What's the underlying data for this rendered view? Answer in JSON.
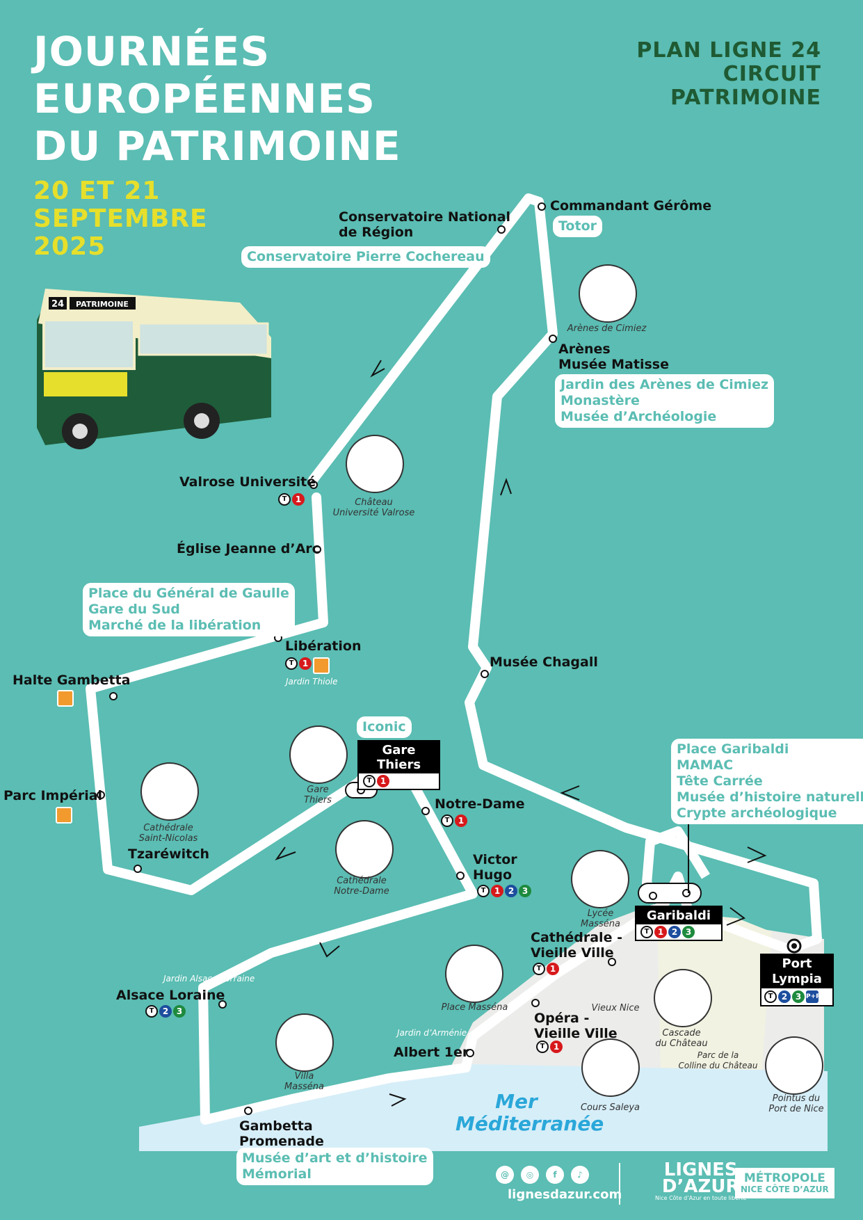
{
  "poster": {
    "title_lines": [
      "JOURNÉES",
      "EUROPÉENNES",
      "DU PATRIMOINE"
    ],
    "dates_lines": [
      "20 ET 21",
      "SEPTEMBRE",
      "2025"
    ],
    "plan_lines": [
      "PLAN LIGNE 24",
      "CIRCUIT",
      "PATRIMOINE"
    ]
  },
  "bus_plate": {
    "route_number": "24",
    "destination": "PATRIMOINE"
  },
  "stops": {
    "commandant": "Commandant Gérôme",
    "conservatoire": [
      "Conservatoire National",
      "de Région"
    ],
    "arenes": [
      "Arènes",
      "Musée Matisse"
    ],
    "valrose": "Valrose Université",
    "eglise": "Église Jeanne d’Arc",
    "liberation": "Libération",
    "halte_gambetta": "Halte Gambetta",
    "parc_imperial": "Parc Impérial",
    "tzarewitch": "Tzaréwitch",
    "musee_chagall": "Musée Chagall",
    "gare_thiers": "Gare Thiers",
    "notre_dame": "Notre-Dame",
    "victor_hugo": [
      "Victor",
      "Hugo"
    ],
    "garibaldi": "Garibaldi",
    "port": [
      "Port",
      "Lympia"
    ],
    "cathedrale": [
      "Cathédrale -",
      "Vieille Ville"
    ],
    "opera": [
      "Opéra -",
      "Vieille Ville"
    ],
    "alsace": "Alsace Loraine",
    "albert": "Albert 1er",
    "gambetta_prom": [
      "Gambetta",
      "Promenade"
    ]
  },
  "pois": {
    "totor": "Totor",
    "conservatoire": "Conservatoire Pierre Cochereau",
    "arenes": [
      "Jardin des Arènes de Cimiez",
      "Monastère",
      "Musée d’Archéologie"
    ],
    "gaulle": [
      "Place du Général de Gaulle",
      "Gare du Sud",
      "Marché de la libération"
    ],
    "iconic": "Iconic",
    "garibaldi": [
      "Place Garibaldi",
      "MAMAC",
      "Tête Carrée",
      "Musée d’histoire naturelle",
      "Crypte archéologique"
    ],
    "gambetta": [
      "Musée d’art et d’histoire",
      "Mémorial"
    ]
  },
  "captions": {
    "arenes_cimiez": "Arènes de Cimiez",
    "chateau_valrose": [
      "Château",
      "Université Valrose"
    ],
    "jardin_thiole": "Jardin Thiole",
    "gare_thiers": [
      "Gare",
      "Thiers"
    ],
    "cathedrale_sn": [
      "Cathédrale",
      "Saint-Nicolas"
    ],
    "cathedrale_nd": [
      "Cathédrale",
      "Notre-Dame"
    ],
    "lycee": [
      "Lycée",
      "Masséna"
    ],
    "place_massena": "Place Masséna",
    "vieux_nice": "Vieux Nice",
    "cascade": [
      "Cascade",
      "du Château"
    ],
    "parc_chateau": [
      "Parc de la",
      "Colline du Château"
    ],
    "pointus": [
      "Pointus du",
      "Port de Nice"
    ],
    "jardin_alsace": "Jardin Alsace-Lorraine",
    "jardin_armenie": "Jardin d’Arménie",
    "villa_massena": [
      "Villa",
      "Masséna"
    ],
    "cours_saleya": "Cours Saleya"
  },
  "sea": [
    "Mer",
    "Méditerranée"
  ],
  "footer": {
    "url": "lignesdazur.com",
    "logo_lignes": [
      "LIGNES",
      "D’AZUR"
    ],
    "logo_lignes_tagline": "Nice Côte d’Azur en toute liberté",
    "logo_metro": [
      "MÉTROPOLE",
      "NICE CÔTE D’AZUR"
    ],
    "social_icons": [
      "threads-icon",
      "instagram-icon",
      "facebook-icon",
      "tiktok-icon"
    ]
  },
  "lines": {
    "tram": "T",
    "l1": "1",
    "l2": "2",
    "l3": "3",
    "park_ride": "P+R"
  },
  "colors": {
    "background": "#5bbdb3",
    "title": "#ffffff",
    "dates": "#e6df2b",
    "plan_title": "#1f5a33",
    "tram_line_1": "#d7191c",
    "tram_line_2": "#1d4e9e",
    "tram_line_3": "#1e8a3e",
    "sea": "#d6eef8"
  }
}
